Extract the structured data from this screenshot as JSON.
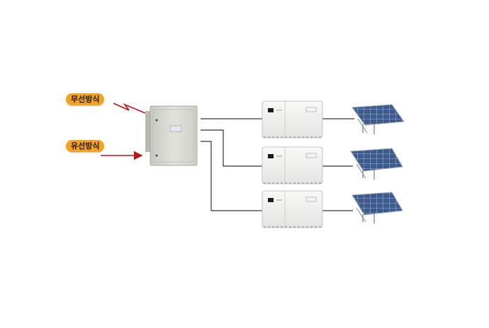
{
  "labels": {
    "wireless": "무선방식",
    "wired": "유선방식"
  },
  "colors": {
    "pill_bg": "#f7a21b",
    "signal_line": "#c0141c",
    "wire": "#333333",
    "cabinet": "#d9d9d3",
    "inverter": "#efefee",
    "solar_panel": "#3d5a8c"
  },
  "devices": {
    "controller": "monitoring-cabinet",
    "inverters": [
      "inverter-1",
      "inverter-2",
      "inverter-3"
    ],
    "solar_arrays": [
      "solar-array-1",
      "solar-array-2",
      "solar-array-3"
    ]
  }
}
